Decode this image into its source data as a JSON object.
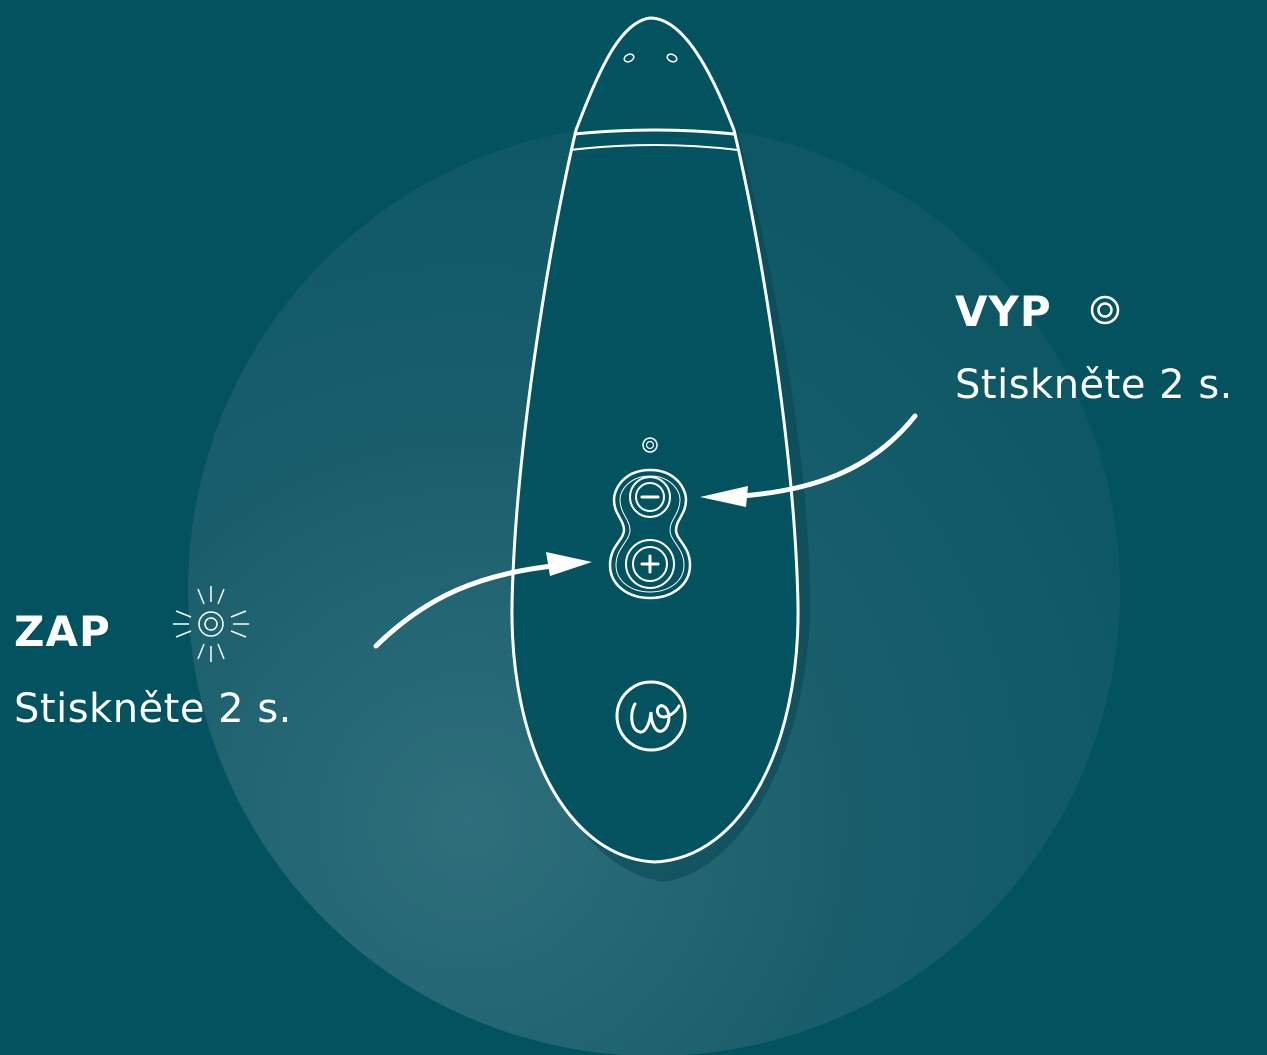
{
  "colors": {
    "background": "#02525f",
    "glow": "#3b7f8c",
    "line": "#ffffff"
  },
  "labels": {
    "on": {
      "title": "ZAP",
      "subtitle": "Stiskněte 2 s.",
      "icon": "light-burst-icon"
    },
    "off": {
      "title": "VYP",
      "subtitle": "Stiskněte 2 s.",
      "icon": "ring-icon"
    }
  },
  "device": {
    "buttons": {
      "minus": "−",
      "plus": "+"
    },
    "logo": "w"
  }
}
